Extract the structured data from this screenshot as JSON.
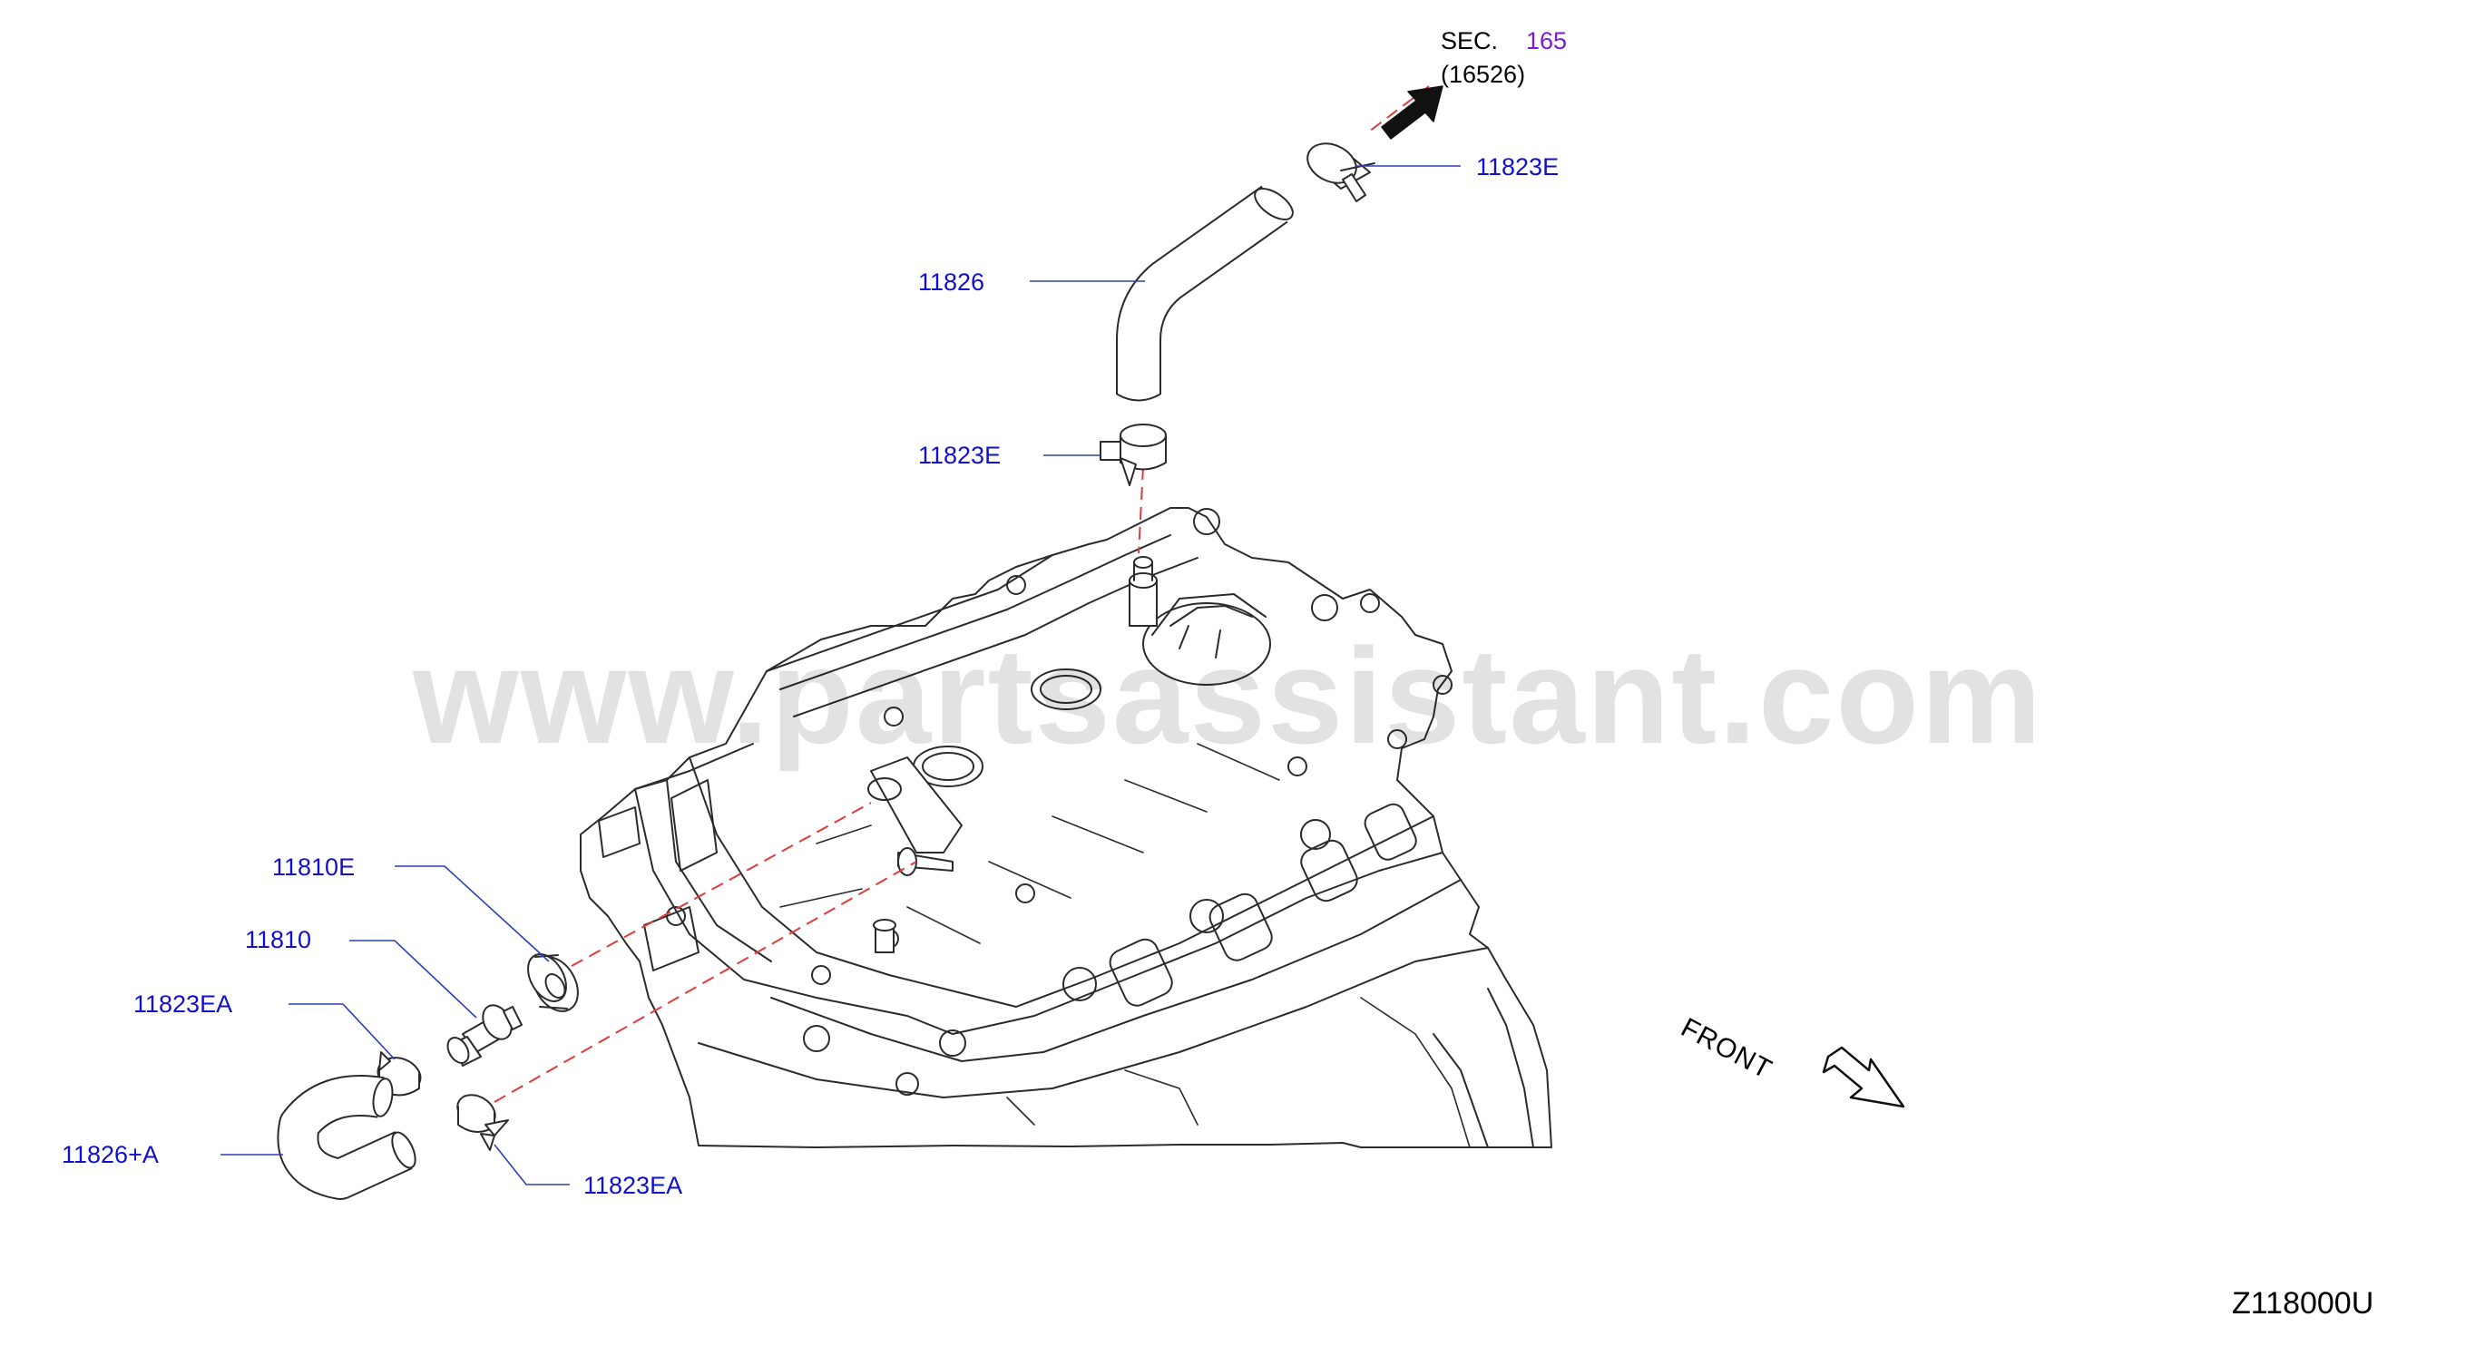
{
  "section_ref": {
    "prefix": "SEC.",
    "number": "165",
    "sub": "(16526)"
  },
  "parts": [
    {
      "id": "11823E_top",
      "label": "11823E"
    },
    {
      "id": "11826",
      "label": "11826"
    },
    {
      "id": "11823E_mid",
      "label": "11823E"
    },
    {
      "id": "11810E",
      "label": "11810E"
    },
    {
      "id": "11810",
      "label": "11810"
    },
    {
      "id": "11823EA_left",
      "label": "11823EA"
    },
    {
      "id": "11826A",
      "label": "11826+A"
    },
    {
      "id": "11823EA_bottom",
      "label": "11823EA"
    }
  ],
  "front_label": "FRONT",
  "diagram_code": "Z118000U",
  "watermark": "www.partsassistant.com",
  "colors": {
    "part_label": "#1010d0",
    "section_number": "#7a1bd6",
    "dashed_line": "#e23a3a",
    "leader_line": "#2a3fb8"
  }
}
